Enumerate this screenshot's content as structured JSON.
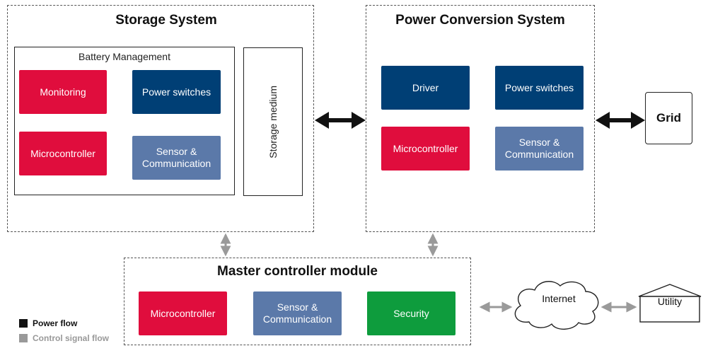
{
  "storage": {
    "title": "Storage System",
    "battery_title": "Battery Management",
    "blocks": [
      "Monitoring",
      "Power switches",
      "Microcontroller",
      "Sensor & Communication"
    ],
    "medium": "Storage medium"
  },
  "pcs": {
    "title": "Power Conversion System",
    "blocks": [
      "Driver",
      "Power switches",
      "Microcontroller",
      "Sensor & Communication"
    ]
  },
  "grid": "Grid",
  "master": {
    "title": "Master controller module",
    "blocks": [
      "Microcontroller",
      "Sensor & Communication",
      "Security"
    ]
  },
  "internet": "Internet",
  "utility": "Utility",
  "legend": {
    "power": {
      "label": "Power flow",
      "color": "#111111"
    },
    "control": {
      "label": "Control signal flow",
      "color": "#999999"
    }
  },
  "colors": {
    "red": "#e00d3d",
    "navy": "#003f75",
    "slate": "#5b79a9",
    "green": "#0e9c3d"
  }
}
